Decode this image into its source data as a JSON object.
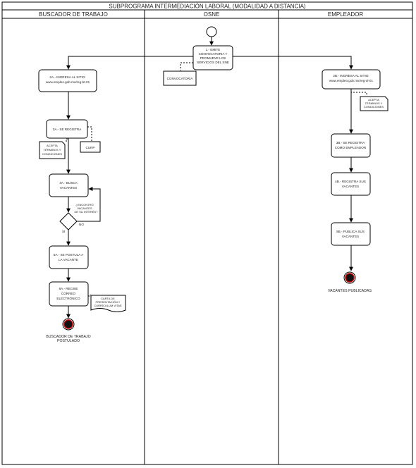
{
  "title": "SUBPROGRAMA INTERMEDIACIÓN LABORAL (MODALIDAD A DISTANCIA)",
  "lanes": [
    "BUSCADOR DE TRABAJO",
    "OSNE",
    "EMPLEADOR"
  ],
  "osne": {
    "step1": [
      "1.- EMITE",
      "CONVOCATORIA Y",
      "PROMUEVE  LOS",
      "SERVICIOS DEL SNE"
    ],
    "doc": "CONVOCATORIA"
  },
  "buscador": {
    "step2a": [
      "2A.- INGRESA AL SITIO:",
      "www.empleo.gob.mx/reg-bt-01"
    ],
    "step3a": "3A.- SE REGISTRA",
    "note_terms": [
      "ACEPTA",
      "TÉRMINOS Y",
      "CONDICIONES"
    ],
    "doc_curp": "CURP",
    "step4a": [
      "4A.- BUSCA",
      "VACANTES"
    ],
    "decision": [
      "¿ENCONTRÓ",
      "VACANTES",
      "DE SU INTERÉS?"
    ],
    "decision_no": "NO",
    "decision_si": "SÍ",
    "step5a": [
      "5A.- SE POSTULA A",
      "LA VACANTE"
    ],
    "step6a": [
      "6A.- RECIBE",
      "CORREO",
      "ELECTRÓNICO"
    ],
    "doc_cv": [
      "CARTA DE",
      "PRESENTACIÓN Y",
      "CURRÍCULUM VITAE"
    ],
    "end_label": [
      "BUSCADOR DE TRABAJO",
      "POSTULADO"
    ]
  },
  "empleador": {
    "step2b": [
      "2B.- INGRESA AL SITIO:",
      "www.empleo.gob.mx/reg-ol-01"
    ],
    "note_terms": [
      "ACEPTA",
      "TÉRMINOS Y",
      "CONDICIONES"
    ],
    "step3b": [
      "3B.- SE REGISTRA",
      "COMO EMPLEADOR"
    ],
    "step4b": [
      "4B.- REGISTRA SUS",
      "VACANTES"
    ],
    "step5b": [
      "5B.- PUBLICA SUS",
      "VACANTES"
    ],
    "end_label": "VACANTES PUBLICADAS"
  }
}
